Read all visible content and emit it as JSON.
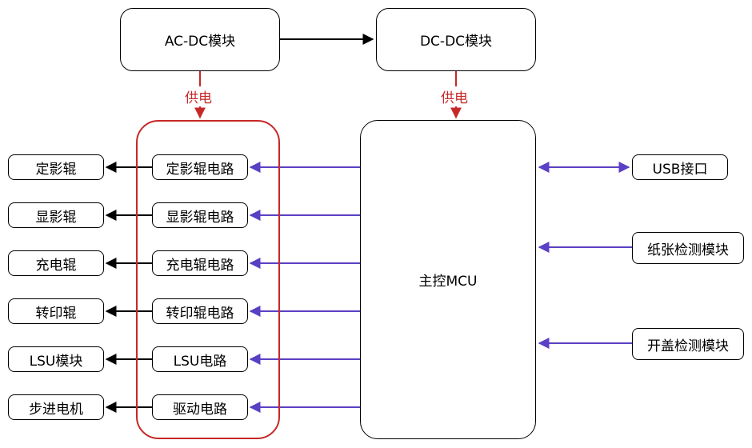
{
  "top": {
    "acdc": "AC-DC模块",
    "dcdc": "DC-DC模块"
  },
  "power_labels": [
    "供电",
    "供电"
  ],
  "mcu": "主控MCU",
  "circuits": [
    "定影辊电路",
    "显影辊电路",
    "充电辊电路",
    "转印辊电路",
    "LSU电路",
    "驱动电路"
  ],
  "devices": [
    "定影辊",
    "显影辊",
    "充电辊",
    "转印辊",
    "LSU模块",
    "步进电机"
  ],
  "inputs": [
    "USB接口",
    "纸张检测模块",
    "开盖检测模块"
  ],
  "colors": {
    "power": "#c62828",
    "signal": "#5b3fc4",
    "outline": "#000000"
  }
}
